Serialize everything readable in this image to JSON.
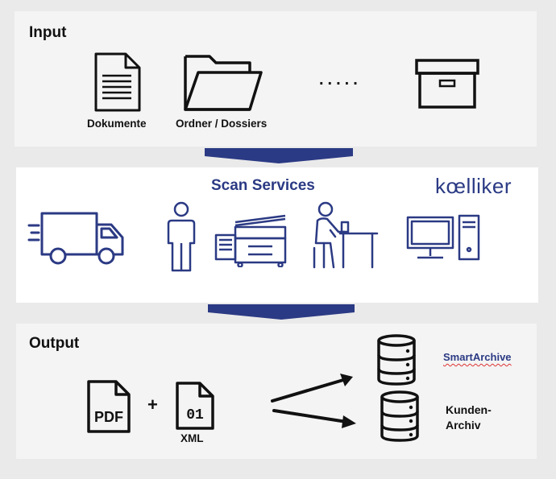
{
  "input": {
    "title": "Input",
    "items": [
      {
        "label": "Dokumente",
        "icon": "document-icon"
      },
      {
        "label": "Ordner / Dossiers",
        "icon": "folder-icon"
      },
      {
        "label": "",
        "icon": "ellipsis-dots"
      },
      {
        "label": "",
        "icon": "archive-box-icon"
      }
    ],
    "dots": "....."
  },
  "scan": {
    "title": "Scan Services",
    "brand": "kœlliker",
    "icons": [
      "delivery-truck-icon",
      "person-icon",
      "scanner-machine-icon",
      "worker-at-desk-icon",
      "computer-icon"
    ]
  },
  "output": {
    "title": "Output",
    "pdf_label": "PDF",
    "plus": "+",
    "xml_glyph": "01",
    "xml_label": "XML",
    "targets": [
      {
        "label": "SmartArchive",
        "icon": "database-icon"
      },
      {
        "label_line1": "Kunden-",
        "label_line2": "Archiv",
        "icon": "database-icon"
      }
    ]
  },
  "colors": {
    "navy": "#2b3a84",
    "black": "#111111",
    "panel_bg": "#f4f4f4",
    "page_bg": "#eaeaea"
  }
}
